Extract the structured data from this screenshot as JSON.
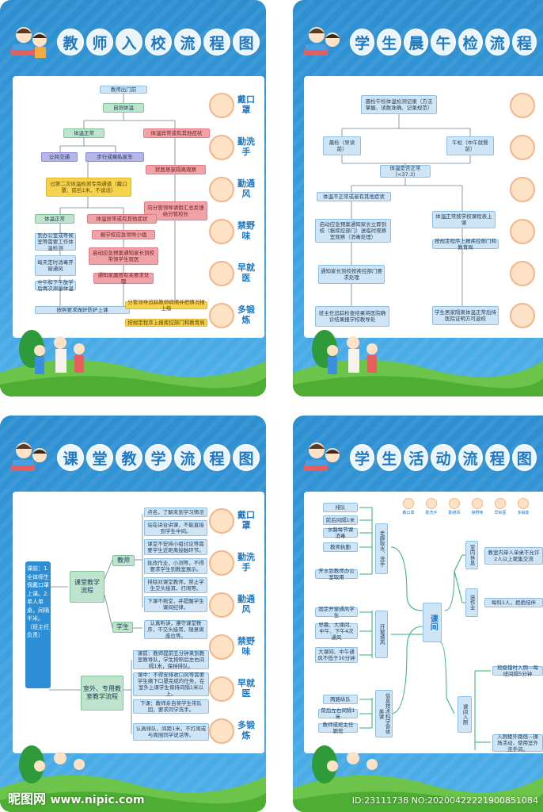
{
  "panels": {
    "p1": {
      "title": [
        "教",
        "师",
        "入",
        "校",
        "流",
        "程",
        "图"
      ],
      "nodes": {
        "n1": "教师出门前",
        "n2": "自测体温",
        "n3": "体温正常",
        "n4": "体温异常或有其他症状",
        "n5": "公共交通",
        "n6": "步行或乘私家车",
        "n7": "就医居家隔离观察",
        "n8": "过第二次体温检测专用通道（戴口罩、前后1米、不说话）",
        "n9": "向分管领导请假汇总反馈给分管校长",
        "n10": "体温正常",
        "n11": "体温异常或有其他症状",
        "n12": "到办公室或等候室等需要工作体温检测",
        "n13": "报学校应急领导小组",
        "n14": "启动应急预案通知家长到校带领学生就医",
        "n15": "每天定时消毒开窗通风",
        "n16": "中午和下午放学后再次测量体温",
        "n17": "通知家属按有关要求处理",
        "n18": "按照要求做好防护上课",
        "n19": "分管领导追踪教师病情并把情况报上级",
        "n20": "按规定程序上报疾控部门和教育局"
      },
      "side": [
        {
          "label": "戴口罩",
          "icon": "mask-child-icon"
        },
        {
          "label": "勤洗手",
          "icon": "handwash-child-icon"
        },
        {
          "label": "勤通风",
          "icon": "window-child-icon"
        },
        {
          "label": "禁野味",
          "icon": "no-wild-game-icon"
        },
        {
          "label": "早就医",
          "icon": "doctor-child-icon"
        },
        {
          "label": "多锻炼",
          "icon": "exercise-child-icon"
        }
      ]
    },
    "p2": {
      "title": [
        "学",
        "生",
        "晨",
        "午",
        "检",
        "流",
        "程"
      ],
      "nodes": {
        "n1": "晨检午检体温检测记录（方法掌握、读数准确、记录规范）",
        "n2": "晨检（早读前）",
        "n3": "午检（中午就餐前）",
        "n4": "体温是否正常（<37.3）",
        "n5": "体温不正常或者有其他症状",
        "n6": "启动应急预案通知家长立即到校（报疾控部门）送临时观察室观察（消毒处理）",
        "n7": "通知家长到校按疾控部门要求处理",
        "n8": "班主任追踪检查结果将医院确诊结果报学校教导处",
        "n9": "体温正常按学校课程表上课",
        "n10": "按规定程序上报疾控部门和教育局",
        "n11": "学生居家隔离体温正常后持医院证明方可返校"
      }
    },
    "p3": {
      "title": [
        "课",
        "堂",
        "教",
        "学",
        "流",
        "程",
        "图"
      ],
      "left": "课前：1.全体师生佩戴口罩上课。2.单人单桌，间隔半米。（班主任负责）",
      "mid1": "课堂教学流程",
      "mid2": "室外、专用教室教学流程",
      "teacher": "教师",
      "student": "学生",
      "t_items": [
        "点名，了解未到学习情况",
        "站在讲台讲课，不能直接到学生中间。",
        "课堂不安排小组讨论等需要学生近距离接触环节。",
        "批改作业，小测等，不得要求学生到教室展示。",
        "排除对课堂教师，禁止学生交头接耳，打闹等。",
        "下课不拖堂，并提醒学生课间纪律。"
      ],
      "s_item": "认真听讲，遵守课堂秩序，不交头接耳，随意离座位等。",
      "o_items": [
        "课前：教师提前五分钟来到教室教导队，学生按照后左右间隔1米，保持排队。",
        "课中：不得安排收口风等需要学生摘下口罩完成的任务，在室外上课学生保持间隔1米以上。",
        "下课：教师亲自将学生带队回，要求同学洗手。",
        "认真排队，间距1米，不打闹或与周围同学说话等。"
      ]
    },
    "p4": {
      "title": [
        "学",
        "生",
        "活",
        "动",
        "流",
        "程",
        "图"
      ],
      "left1": [
        "排队",
        "前后间隔1米",
        "水龍每节课消毒",
        "教师执勤",
        "开水到教师办公室取用"
      ],
      "cat1": "走廊取水、洗手",
      "left2": [
        "固定开窗通风学生",
        "早晨、大课间、中午、下午4次通风",
        "大课间、中午通风不低于30分钟"
      ],
      "cat2": "开窗通风",
      "left3": [
        "两路纵队",
        "前后左右间隔1米",
        "教师或班主任跟班"
      ],
      "cat3": "信息技术科学音体美课",
      "center": "课间",
      "r_cat1": "室内休息",
      "r_cat2": "送作业",
      "r_cat3": "课间入厕",
      "r_items": [
        "教室内单人单桌不允许2人以上聚集交流",
        "每科1人，拒绝结伴",
        "班级错时入厕—每班间隔5分钟",
        "入厕楼外路线—操场活动，使用室外洗手间。"
      ],
      "mini": [
        "戴口罩",
        "勤洗手",
        "勤通风",
        "禁野味",
        "早就医",
        "多锻炼"
      ]
    }
  },
  "watermark": {
    "brand": "昵图网",
    "site": "www.nipic.com",
    "id": "ID:23111738 NO:20200422221900851084"
  }
}
